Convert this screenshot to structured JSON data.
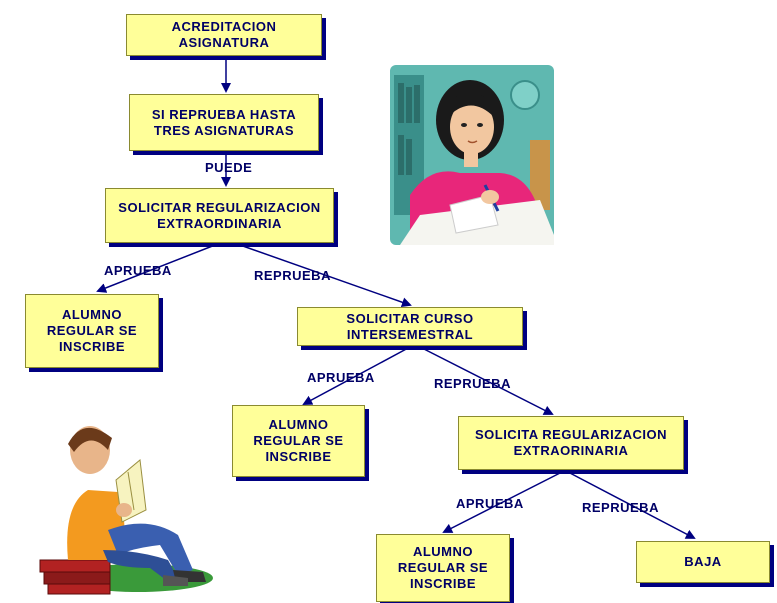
{
  "boxes": {
    "acreditacion": "ACREDITACION ASIGNATURA",
    "reprueba_tres": "SI REPRUEBA HASTA TRES ASIGNATURAS",
    "solicitar_reg": "SOLICITAR REGULARIZACION EXTRAORDINARIA",
    "alumno_regular_1": "ALUMNO REGULAR SE INSCRIBE",
    "solicitar_curso": "SOLICITAR CURSO INTERSEMESTRAL",
    "alumno_regular_2": "ALUMNO REGULAR SE INSCRIBE",
    "solicita_reg": "SOLICITA REGULARIZACION EXTRAORINARIA",
    "alumno_regular_3": "ALUMNO REGULAR SE INSCRIBE",
    "baja": "BAJA"
  },
  "labels": {
    "puede": "PUEDE",
    "aprueba_1": "APRUEBA",
    "reprueba_1": "REPRUEBA",
    "aprueba_2": "APRUEBA",
    "reprueba_2": "REPRUEBA",
    "aprueba_3": "APRUEBA",
    "reprueba_3": "REPRUEBA"
  },
  "colors": {
    "box_fill": "#ffff99",
    "box_shadow": "#000080",
    "text": "#000066",
    "arrow": "#000080"
  },
  "illustrations": [
    "girl-studying-illustration",
    "boy-reading-illustration"
  ]
}
